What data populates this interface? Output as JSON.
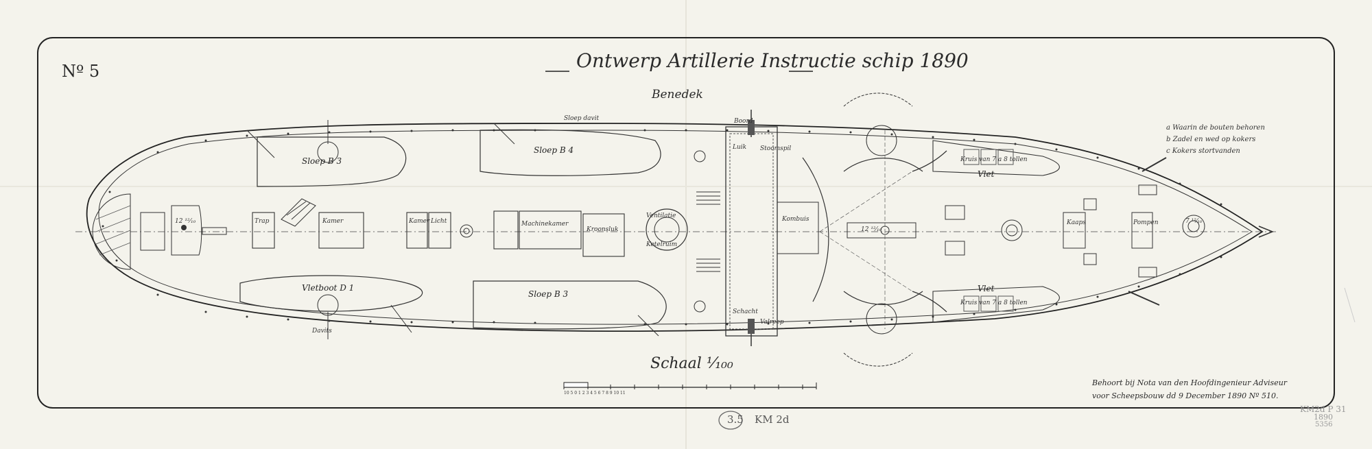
{
  "drawing": {
    "plate_number": "Nº 5",
    "title": "Ontwerp Artillerie Instructie schip 1890",
    "subtitle": "Benedek",
    "scale_label": "Schaal ¹⁄₁₀₀",
    "notes": [
      "Behoort bij Nota van den Hoofdingenieur Adviseur",
      "voor Scheepsbouw dd 9 December 1890 Nº 510."
    ],
    "legend": [
      "a  Waarin de bouten behoren",
      "b  Zadel en wed op kokers",
      "c  Kokers stortvanden"
    ],
    "labels": {
      "sloep_b4": "Sloep B 4",
      "sloep_b3_bow": "Sloep B 3",
      "sloep_b3": "Sloep B 3",
      "vletboot": "Vletboot D 1",
      "vlet_top": "Vlet",
      "vlet_bottom": "Vlet",
      "kruis_top": "Kruis van 7 a 8 tollen",
      "kruis_bottom": "Kruis van 7 a 8 tollen",
      "kanon_aft": "12 ¹²⁄₁₀",
      "kanon_bow": "7 ¹²⁄₁₀",
      "kanon_mid": "12 ¹²⁄₁₀",
      "trap": "Trap",
      "kamer1": "Kamer",
      "kamer2": "Kamer",
      "licht": "Licht",
      "kombuis": "Kombuis",
      "rookkast": "Kroonsluk",
      "kaaps": "Kaaps",
      "sloep_davit": "Sloep davit",
      "machinekamer": "Machinekamer",
      "ventilatie": "Ventilatie",
      "ketelruim": "Ketelruim",
      "schacht": "Schacht",
      "luik": "Luik",
      "pompen": "Pompen",
      "stoomspil": "Stoomspil",
      "valreep": "Valreep",
      "boord": "Boord",
      "davits": "Davits"
    },
    "scale_bar_text": "10 5 0 1 2 3 4 5 6 7 8 9 10 11",
    "archive": [
      "KM 2d",
      "3.5",
      "KM2d P 31",
      "1890",
      "5356"
    ],
    "colors": {
      "paper": "#f4f3ec",
      "ink": "#2a2a2a"
    }
  }
}
